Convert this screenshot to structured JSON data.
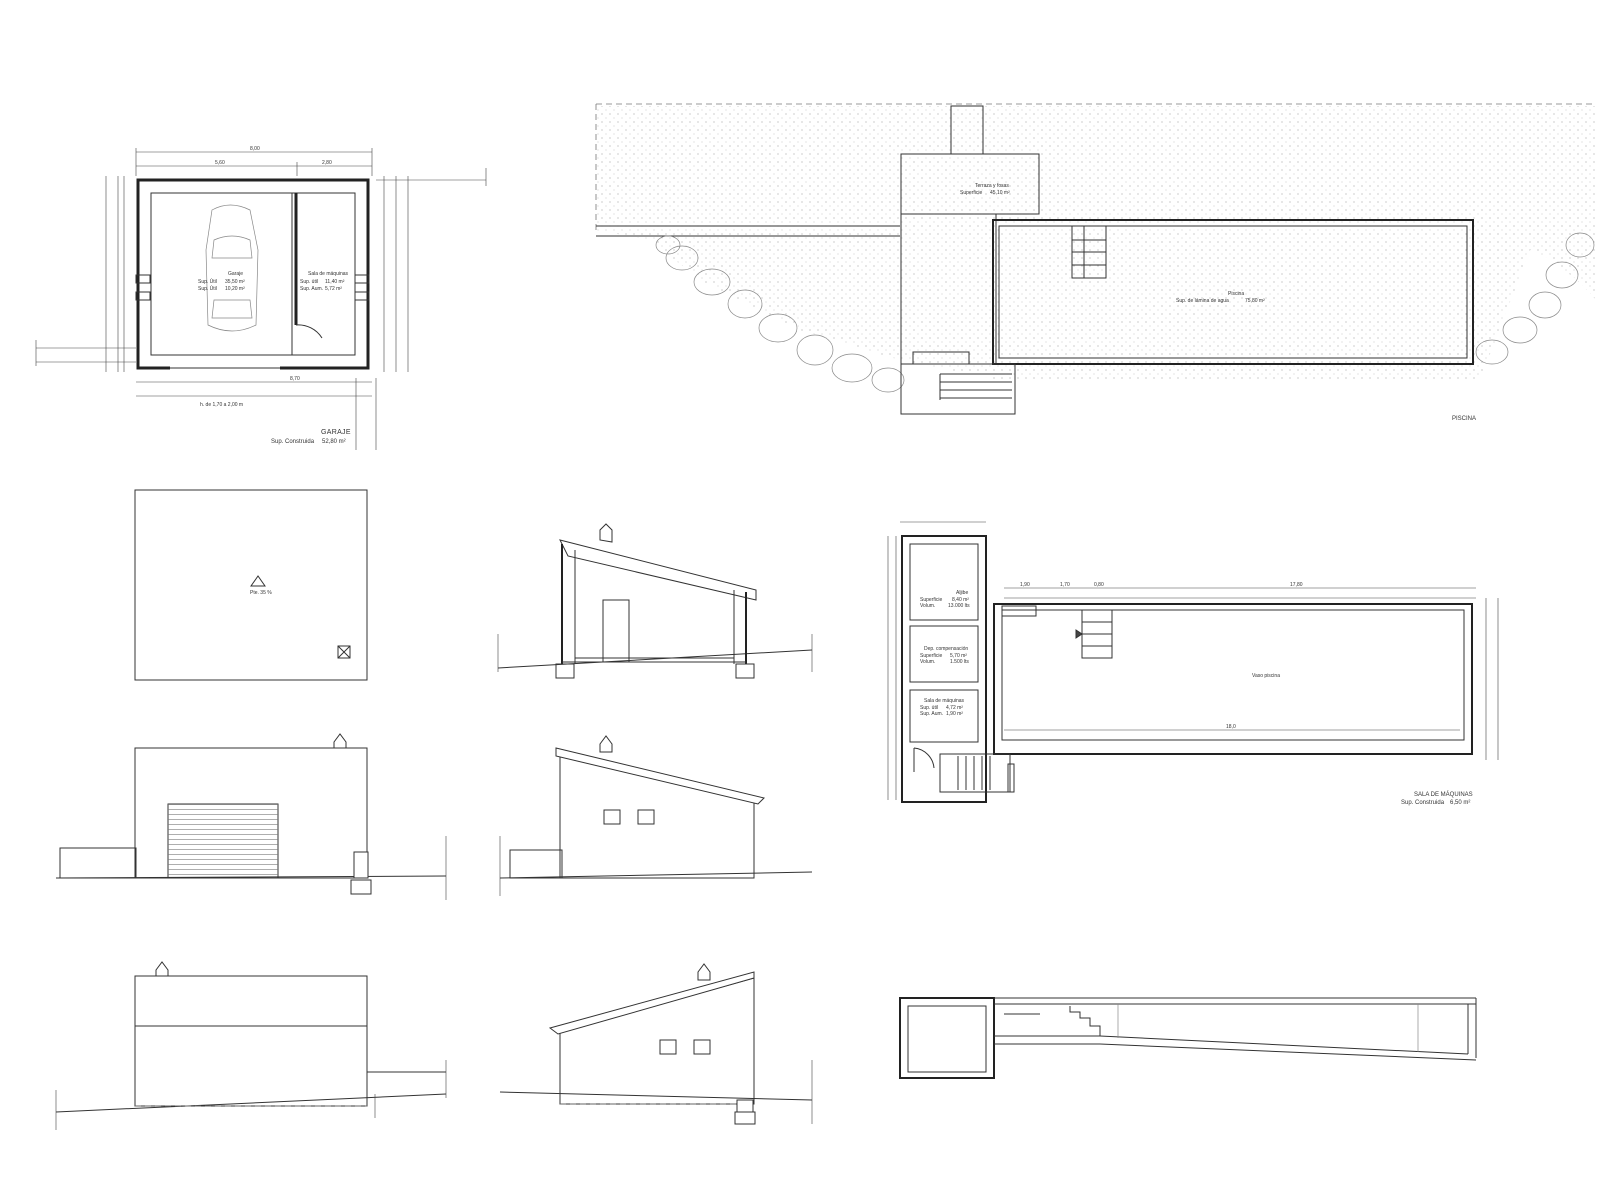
{
  "garage": {
    "title": "GARAJE",
    "built_area_label": "Sup. Construida",
    "built_area_value": "52,80 m²",
    "dimensions": {
      "total": "8,00",
      "left": "5,60",
      "right": "2,80",
      "bottom_total": "8,70"
    },
    "height_note": "h. de 1,70 a 2,00 m",
    "room_garage": {
      "name": "Garaje",
      "useful_label": "Sup. Útil",
      "useful_value": "35,50 m²",
      "useful2_label": "Sup. Útil",
      "useful2_value": "10,20 m²"
    },
    "room_machines": {
      "name": "Sala de máquinas",
      "useful_label": "Sup. útil",
      "useful_value": "11,40 m²",
      "aux_label": "Sup. Aum.",
      "aux_value": "5,72 m²"
    }
  },
  "pool": {
    "title": "PISCINA",
    "terrace": {
      "name": "Terraza y fosas",
      "area_label": "Superficie",
      "area_value": "45,10 m²"
    },
    "pool": {
      "name": "Piscina",
      "area_label": "Sup. de lámina de agua",
      "area_value": "75,80 m²"
    }
  },
  "roof": {
    "slope_label": "Pte. 35 %"
  },
  "machine_room": {
    "title": "SALA DE MÁQUINAS",
    "built_area_label": "Sup. Construida",
    "built_area_value": "6,50 m²",
    "tank": {
      "name": "Aljibe",
      "area_label": "Superficie",
      "area_value": "8,40 m²",
      "vol_label": "Volum.",
      "vol_value": "13.000 lts"
    },
    "compensation": {
      "name": "Dep. compensación",
      "area_label": "Superficie",
      "area_value": "5,70 m²",
      "vol_label": "Volum.",
      "vol_value": "1.500 lts"
    },
    "machines": {
      "name": "Sala de máquinas",
      "useful_label": "Sup. útil",
      "useful_value": "4,72 m²",
      "aux_label": "Sup. Aum.",
      "aux_value": "1,90 m²"
    },
    "empty_label": "Vaso piscina",
    "dimensions": {
      "length": "18,0",
      "top": "17,80",
      "w1": "1,90",
      "w2": "1,70",
      "w3": "0,80"
    }
  }
}
